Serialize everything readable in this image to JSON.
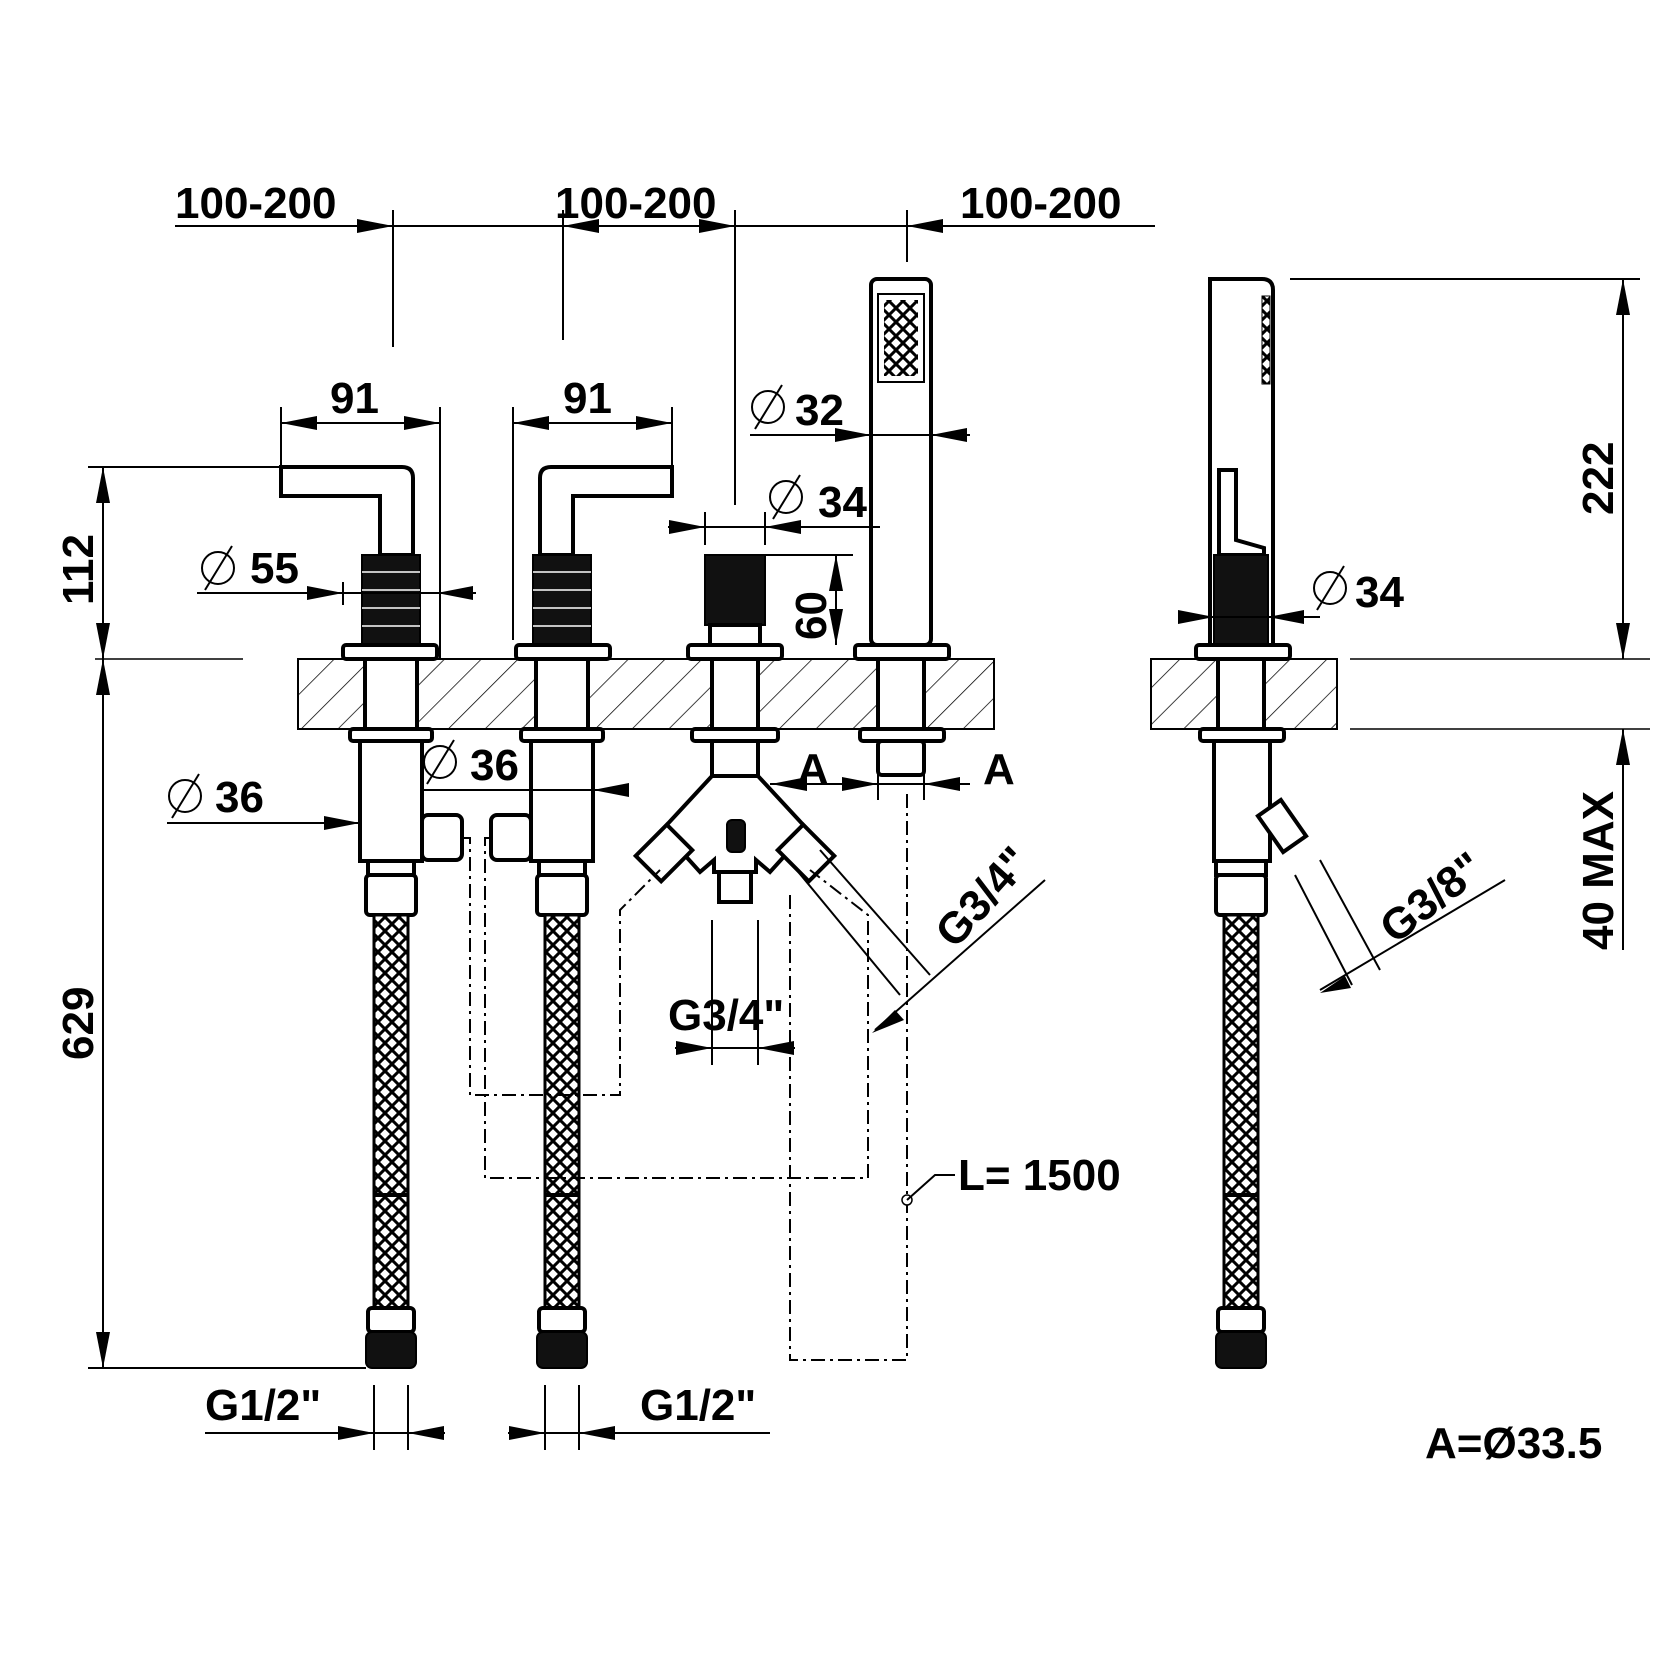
{
  "labels": {
    "spacing_1": "100-200",
    "spacing_2": "100-200",
    "spacing_3": "100-200",
    "handle_width_1": "91",
    "handle_width_2": "91",
    "handle_height": "112",
    "handle_diameter": "55",
    "spout_diameter_32": "32",
    "spout_diameter_34": "34",
    "diverter_height": "60",
    "side_diameter_34": "34",
    "hand_shower_height": "222",
    "deck_max": "40 MAX",
    "body_diameter_36_a": "36",
    "body_diameter_36_b": "36",
    "a_left": "A",
    "a_right": "A",
    "thread_g34_outlet": "G3/4\"",
    "thread_g34_bottom": "G3/4\"",
    "thread_g38": "G3/8\"",
    "hose_length": "629",
    "shower_hose": "L= 1500",
    "inlet_left": "G1/2\"",
    "inlet_right": "G1/2\"",
    "a_definition": "A=Ø33.5"
  }
}
